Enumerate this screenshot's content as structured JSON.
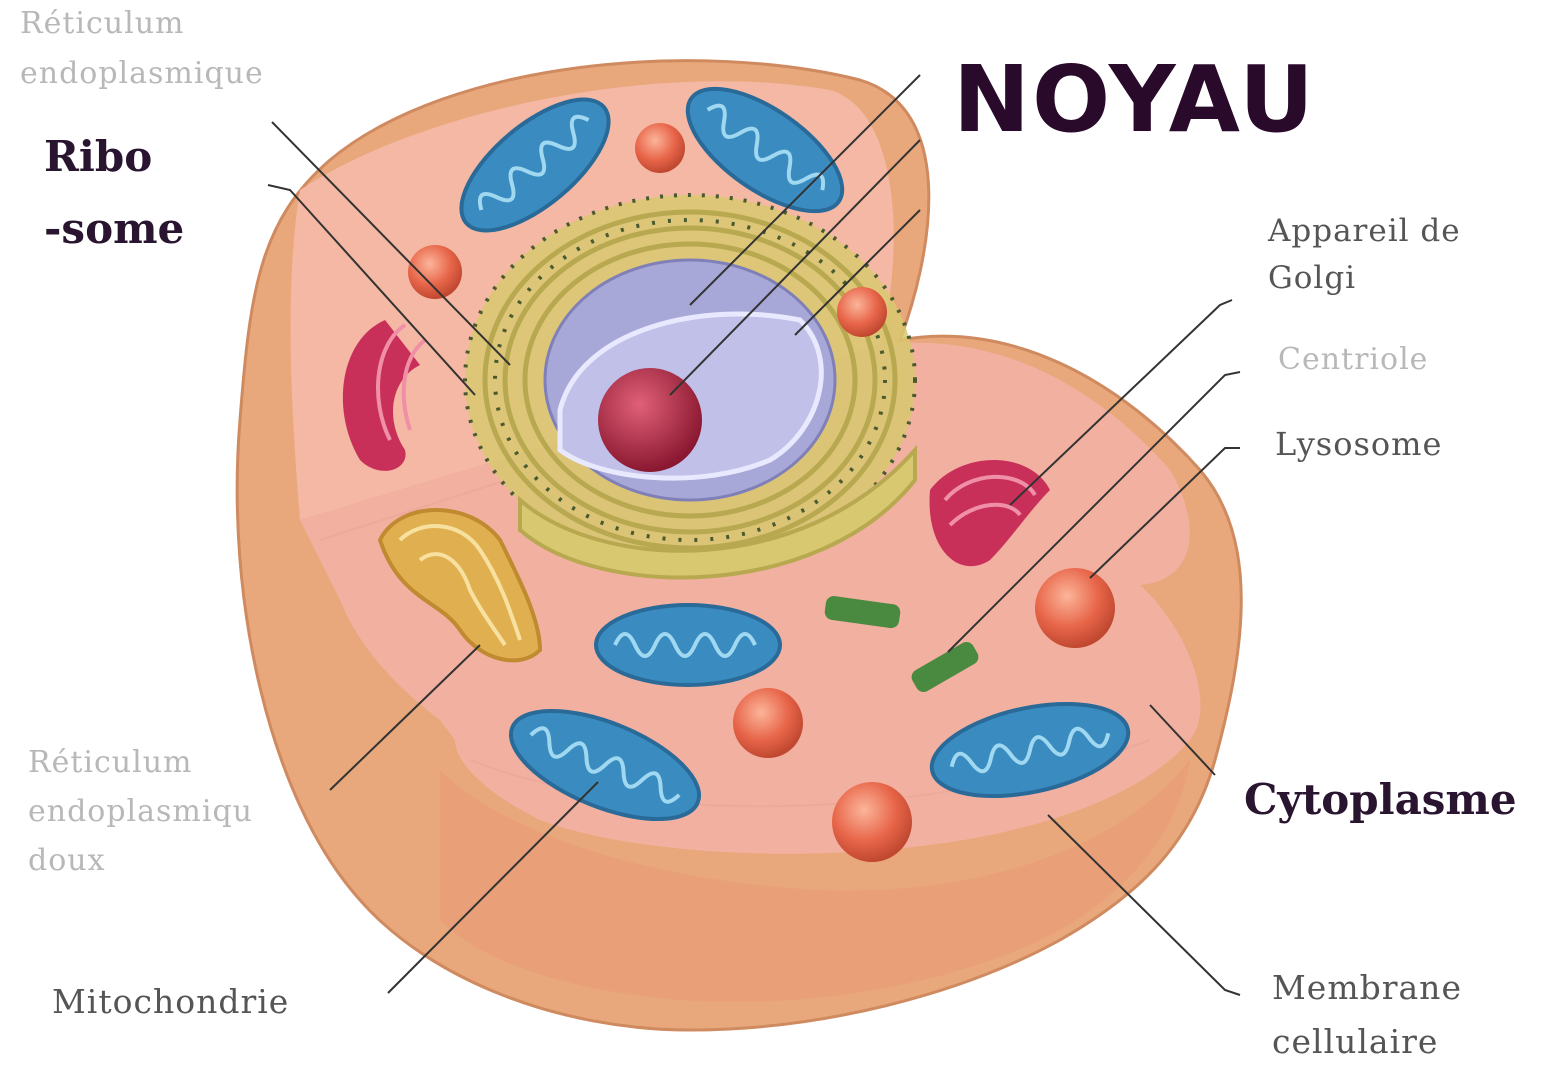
{
  "labels": {
    "title": "NOYAU",
    "rer": [
      "Réticulum",
      "endoplasmique"
    ],
    "ribosome": [
      "Ribo",
      "-some"
    ],
    "golgi": [
      "Appareil de",
      "Golgi"
    ],
    "centriole": "Centriole",
    "lysosome": "Lysosome",
    "rel": [
      "Réticulum",
      "endoplasmiqu",
      "doux"
    ],
    "cytoplasme": "Cytoplasme",
    "mitochondrie": "Mitochondrie",
    "membrane": [
      "Membrane",
      "cellulaire"
    ]
  },
  "colors": {
    "membrane_outer": "#e8a87c",
    "cytoplasm": "#f2b8a8",
    "nucleus": "#a8a8d8",
    "nucleolus": "#b02840",
    "mitochondria": "#3a8cc0",
    "golgi": "#c8305a",
    "lysosome": "#e06040",
    "rer": "#d8c870",
    "centriole": "#4a8a40",
    "leader_line": "#333333"
  }
}
